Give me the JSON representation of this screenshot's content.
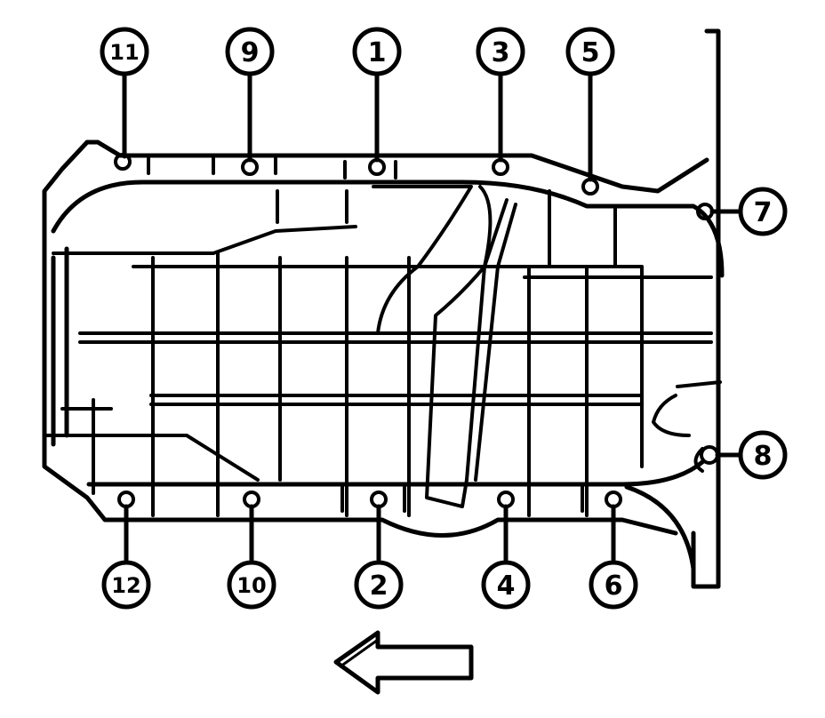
{
  "diagram": {
    "callouts": [
      {
        "id": "c11",
        "label": "11"
      },
      {
        "id": "c9",
        "label": "9"
      },
      {
        "id": "c1",
        "label": "1"
      },
      {
        "id": "c3",
        "label": "3"
      },
      {
        "id": "c5",
        "label": "5"
      },
      {
        "id": "c7",
        "label": "7"
      },
      {
        "id": "c8",
        "label": "8"
      },
      {
        "id": "c6",
        "label": "6"
      },
      {
        "id": "c4",
        "label": "4"
      },
      {
        "id": "c2",
        "label": "2"
      },
      {
        "id": "c10",
        "label": "10"
      },
      {
        "id": "c12",
        "label": "12"
      }
    ],
    "colors": {
      "line": "#000000",
      "fill": "#ffffff"
    }
  }
}
